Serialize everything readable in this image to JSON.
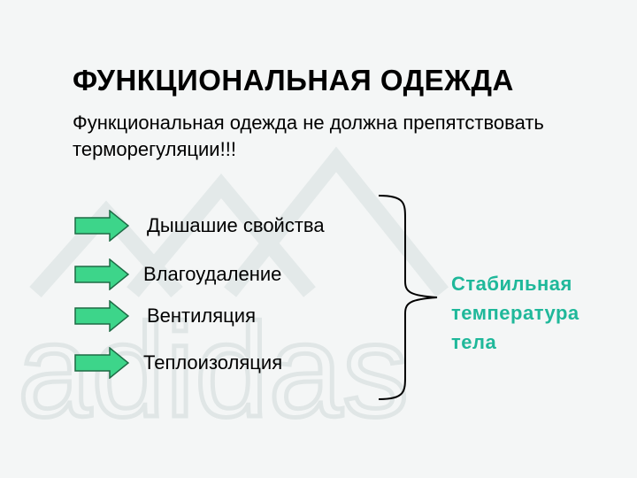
{
  "slide": {
    "title": "ФУНКЦИОНАЛЬНАЯ ОДЕЖДА",
    "subtitle": "Функциональная одежда не должна препятствовать терморегуляции!!!",
    "items": [
      {
        "label": "Дышашие  свойства",
        "icon": "right-arrow-icon"
      },
      {
        "label": "Влагоудаление",
        "icon": "right-arrow-icon"
      },
      {
        "label": "Вентиляция",
        "icon": "right-arrow-icon"
      },
      {
        "label": "Теплоизоляция",
        "icon": "right-arrow-icon"
      }
    ],
    "brace_icon": "right-curly-brace",
    "result": {
      "line1": "Стабильная",
      "line2": "температура",
      "line3": "тела"
    },
    "watermark_text": "adidas",
    "colors": {
      "arrow_fill": "#3dd58a",
      "arrow_stroke": "#1e6b45",
      "result_text": "#1fb89a",
      "background": "#f4f6f6"
    }
  }
}
